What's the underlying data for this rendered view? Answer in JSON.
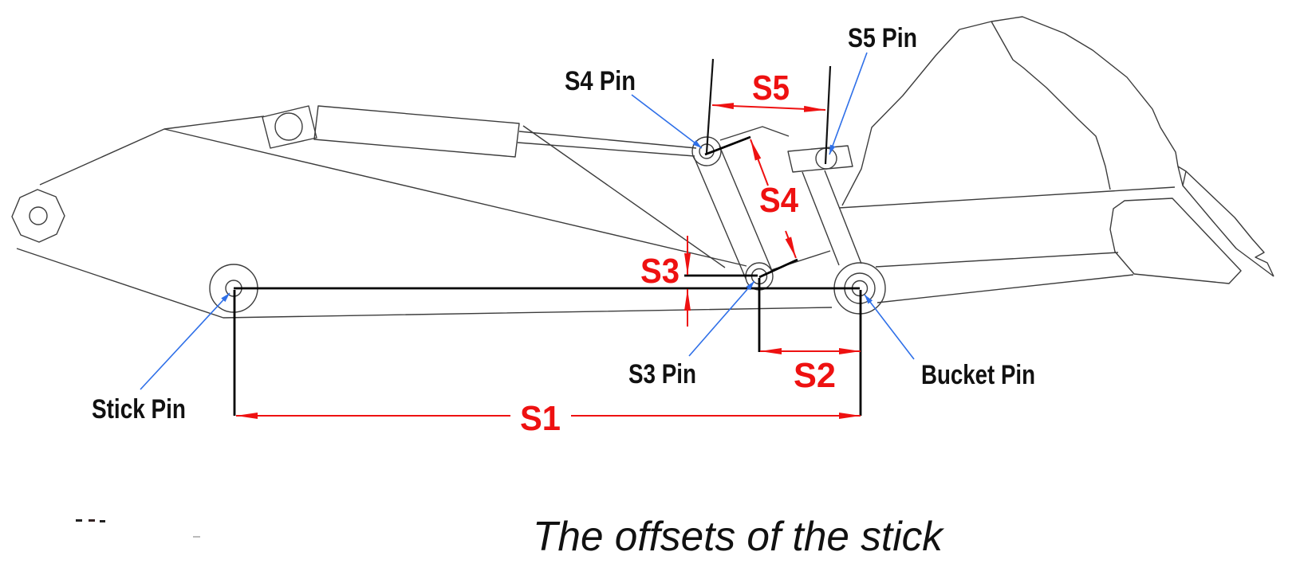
{
  "diagram": {
    "caption": "The offsets of the stick",
    "pin_labels": {
      "stick_pin": "Stick Pin",
      "s3_pin": "S3 Pin",
      "bucket_pin": "Bucket Pin",
      "s4_pin": "S4 Pin",
      "s5_pin": "S5 Pin"
    },
    "dimension_labels": {
      "s1": "S1",
      "s2": "S2",
      "s3": "S3",
      "s4": "S4",
      "s5": "S5"
    },
    "colors": {
      "dimension_red": "#EE1111",
      "leader_blue": "#2E6FE8",
      "drawing_line": "#3C3C3C",
      "reference_black": "#000000",
      "background": "#FFFFFF"
    }
  }
}
